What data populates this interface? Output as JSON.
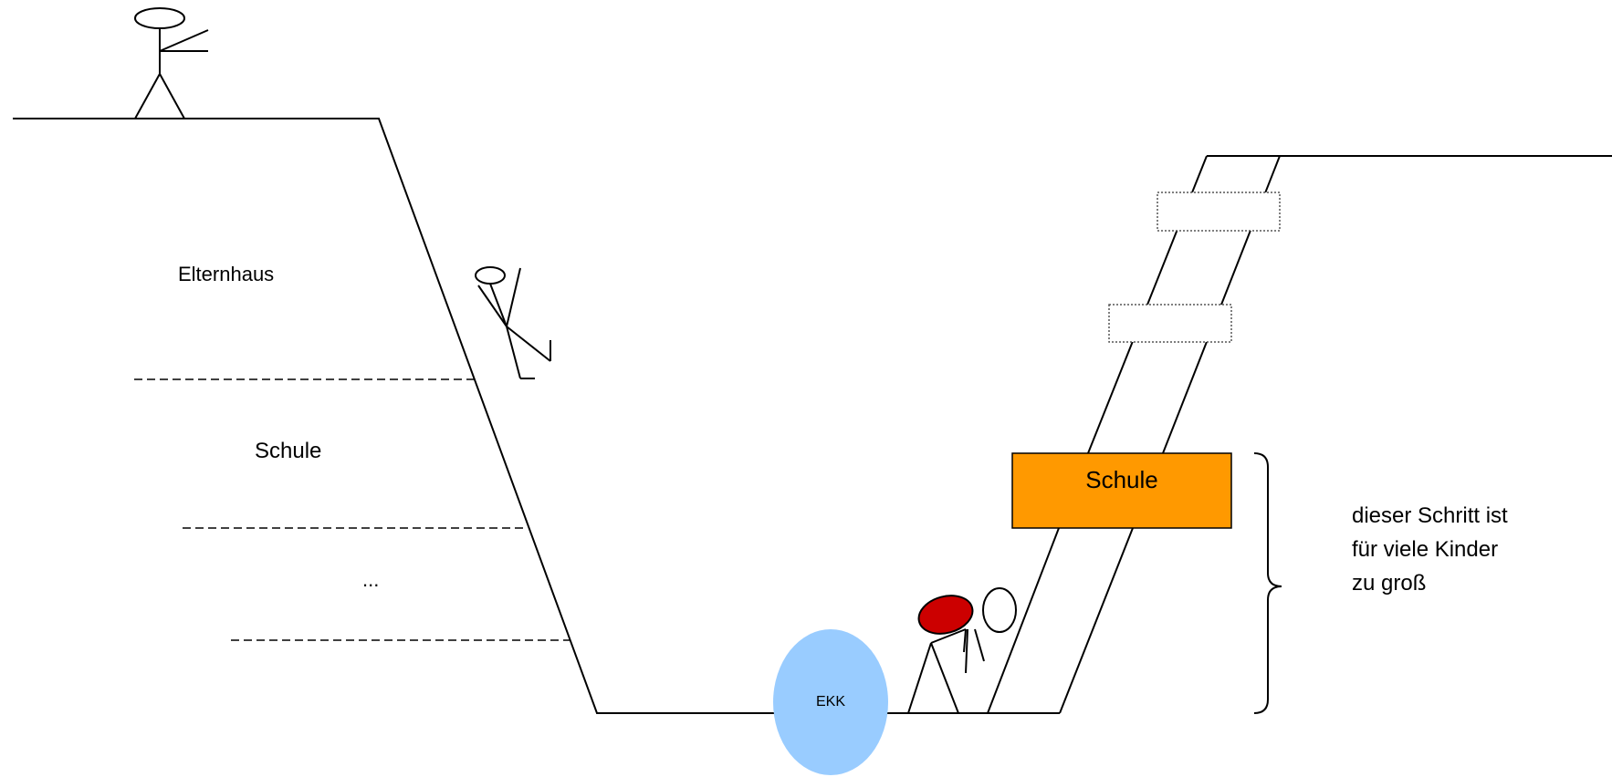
{
  "labels": {
    "elternhaus": "Elternhaus",
    "schule_left": "Schule",
    "ellipsis": "...",
    "schule_box": "Schule",
    "ekk": "EKK",
    "note_lines": [
      "dieser Schritt ist",
      "für viele Kinder",
      "zu groß"
    ]
  },
  "colors": {
    "line": "#000000",
    "schule_box_fill": "#ff9900",
    "ekk_fill": "#99ccff",
    "head_fill": "#cc0000",
    "dotted_box_border": "#555555"
  }
}
